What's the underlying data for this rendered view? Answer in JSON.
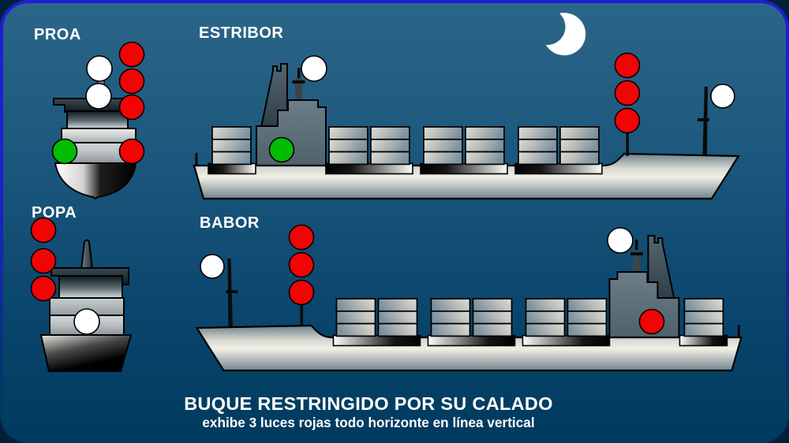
{
  "icons": {
    "moon": "crescent-moon"
  },
  "colors": {
    "panel_top": "#2b6688",
    "panel_bottom": "#003a5e",
    "frame_accent": "#1e1ed4",
    "light_red": "#f10404",
    "light_green": "#03bd03",
    "light_white": "#ffffff",
    "moon": "#ffffff"
  },
  "views": {
    "proa": {
      "label": "PROA",
      "lights": [
        {
          "name": "masthead-light-upper",
          "color": "white",
          "hex": "#ffffff"
        },
        {
          "name": "masthead-light-lower",
          "color": "white",
          "hex": "#ffffff"
        },
        {
          "name": "draught-allround-light-1",
          "color": "red",
          "hex": "#f10404"
        },
        {
          "name": "draught-allround-light-2",
          "color": "red",
          "hex": "#f10404"
        },
        {
          "name": "draught-allround-light-3",
          "color": "red",
          "hex": "#f10404"
        },
        {
          "name": "starboard-sidelight",
          "color": "green",
          "hex": "#03bd03"
        },
        {
          "name": "port-sidelight",
          "color": "red",
          "hex": "#f10404"
        }
      ]
    },
    "estribor": {
      "label": "ESTRIBOR",
      "lights": [
        {
          "name": "aft-masthead-light",
          "color": "white",
          "hex": "#ffffff"
        },
        {
          "name": "starboard-sidelight",
          "color": "green",
          "hex": "#03bd03"
        },
        {
          "name": "draught-allround-light-1",
          "color": "red",
          "hex": "#f10404"
        },
        {
          "name": "draught-allround-light-2",
          "color": "red",
          "hex": "#f10404"
        },
        {
          "name": "draught-allround-light-3",
          "color": "red",
          "hex": "#f10404"
        },
        {
          "name": "forward-masthead-light",
          "color": "white",
          "hex": "#ffffff"
        }
      ]
    },
    "popa": {
      "label": "POPA",
      "lights": [
        {
          "name": "draught-allround-light-1",
          "color": "red",
          "hex": "#f10404"
        },
        {
          "name": "draught-allround-light-2",
          "color": "red",
          "hex": "#f10404"
        },
        {
          "name": "draught-allround-light-3",
          "color": "red",
          "hex": "#f10404"
        },
        {
          "name": "stern-light",
          "color": "white",
          "hex": "#ffffff"
        }
      ]
    },
    "babor": {
      "label": "BABOR",
      "lights": [
        {
          "name": "forward-masthead-light",
          "color": "white",
          "hex": "#ffffff"
        },
        {
          "name": "draught-allround-light-1",
          "color": "red",
          "hex": "#f10404"
        },
        {
          "name": "draught-allround-light-2",
          "color": "red",
          "hex": "#f10404"
        },
        {
          "name": "draught-allround-light-3",
          "color": "red",
          "hex": "#f10404"
        },
        {
          "name": "aft-masthead-light",
          "color": "white",
          "hex": "#ffffff"
        },
        {
          "name": "port-sidelight",
          "color": "red",
          "hex": "#f10404"
        }
      ]
    }
  },
  "caption": {
    "title": "BUQUE RESTRINGIDO POR SU CALADO",
    "subtitle": "exhibe 3 luces rojas todo horizonte en línea vertical"
  }
}
